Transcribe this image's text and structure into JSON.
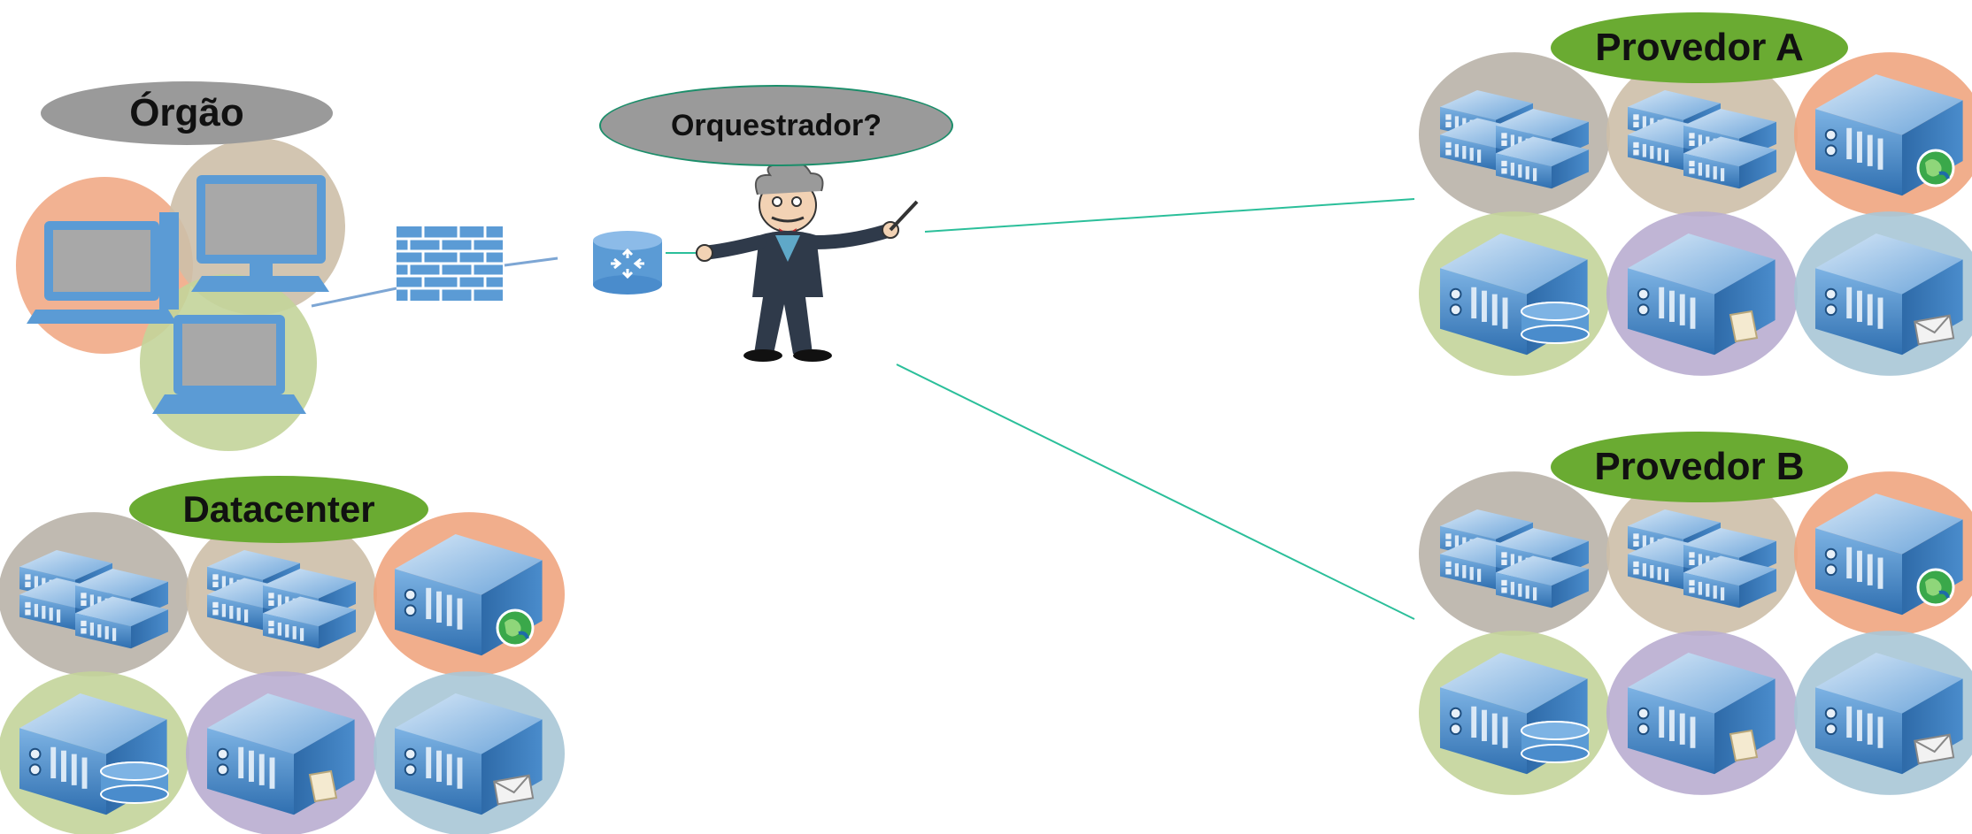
{
  "labels": {
    "orgao": "Órgão",
    "orquestrador": "Orquestrador?",
    "datacenter": "Datacenter",
    "provedor_a": "Provedor A",
    "provedor_b": "Provedor B"
  },
  "colors": {
    "label_gray": "#9a9a9a",
    "label_green": "#6aab32",
    "orchestrator_border": "#1b8e6a",
    "connector_line": "#2bbf9a",
    "device_blue": "#5b9bd5",
    "circle_gray": "#b9b3a8",
    "circle_tan": "#cdbfa8",
    "circle_orange": "#f0a57f",
    "circle_green": "#c3d49a",
    "circle_purple": "#b9add0",
    "circle_blue": "#a9c6d6"
  },
  "icons": [
    "desktop-icon",
    "monitor-icon",
    "laptop-icon",
    "firewall-icon",
    "router-icon",
    "conductor-figure",
    "rack-servers-icon",
    "server-globe-icon",
    "server-database-icon",
    "server-document-icon",
    "server-mail-icon"
  ]
}
